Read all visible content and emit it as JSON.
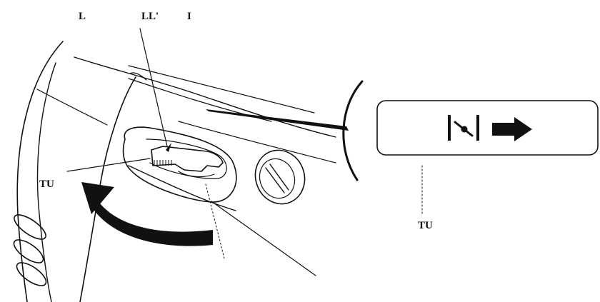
{
  "labels": {
    "top_left": "L",
    "top_middle": "LL'",
    "top_right": "I",
    "left_side": "TU",
    "right_side": "TU"
  },
  "callout": {
    "symbol": "|•| →",
    "icon_names": [
      "blade-stop-icon",
      "arrow-right-icon"
    ]
  },
  "colors": {
    "ink": "#111111",
    "background": "#ffffff"
  }
}
